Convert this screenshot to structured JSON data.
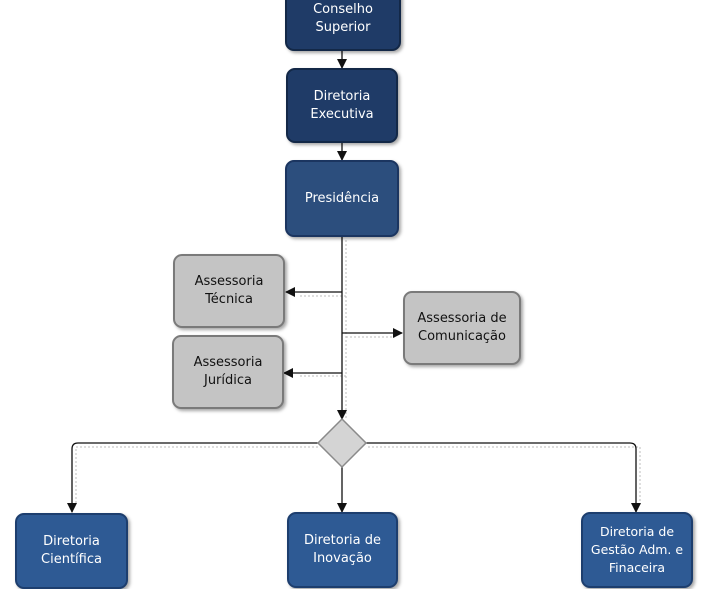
{
  "nodes": {
    "conselho": "Conselho\nSuperior",
    "diretoria_executiva": "Diretoria\nExecutiva",
    "presidencia": "Presidência",
    "assessoria_tecnica": "Assessoria\nTécnica",
    "assessoria_juridica": "Assessoria\nJurídica",
    "assessoria_comunicacao": "Assessoria de\nComunicação",
    "diretoria_cientifica": "Diretoria\nCientífica",
    "diretoria_inovacao": "Diretoria de\nInovação",
    "diretoria_gestao": "Diretoria de\nGestão Adm. e\nFinaceira"
  },
  "colors": {
    "top_box": "#1f3b67",
    "bottom_box": "#2e5a94",
    "advisory_box": "#c4c4c4",
    "decision_diamond": "#d4d4d4"
  }
}
